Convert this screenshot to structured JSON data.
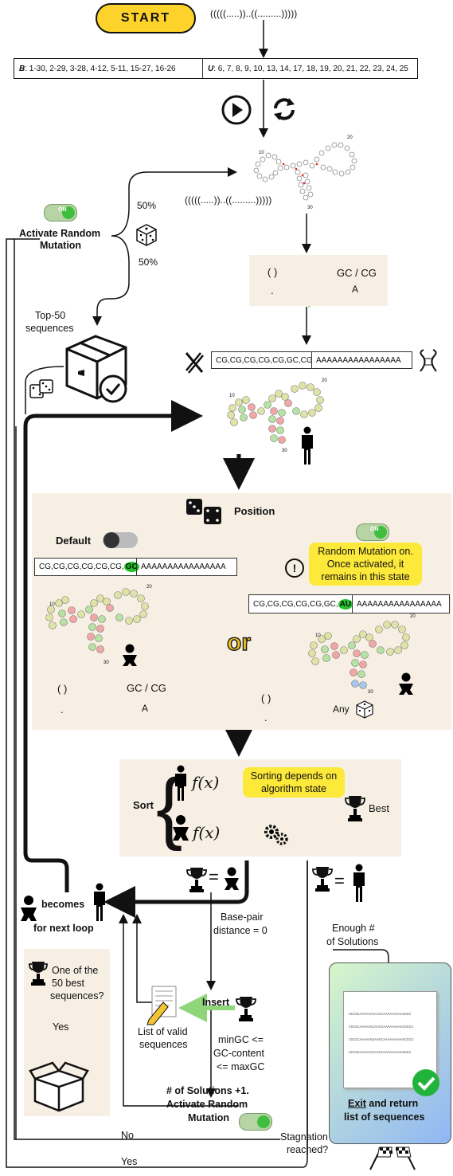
{
  "start": {
    "label": "START"
  },
  "structure_notation": "(((((.....))..((.........)))))",
  "base_pairs": {
    "label": "B",
    "value": ": 1-30, 2-29, 3-28, 4-12, 5-11, 15-27, 16-26"
  },
  "unpaired": {
    "label": "U",
    "value": ": 6, 7, 8, 9, 10, 13, 14, 17, 18, 19, 20, 21, 22, 23, 24, 25"
  },
  "top_structure": {
    "notation": "(((((.....))..((.........)))))",
    "n10": "10",
    "n20": "20",
    "n30": "30"
  },
  "rules1": {
    "pair_symbol": "( )",
    "pair_result": "GC / CG",
    "dot_symbol": ".",
    "dot_result": "A"
  },
  "seq1": {
    "left": "CG,CG,CG,CG,CG,GC,CG",
    "right": "AAAAAAAAAAAAAAAA"
  },
  "activate": {
    "line1": "Activate Random",
    "line2": "Mutation",
    "toggle": "ON",
    "p_top": "50%",
    "p_bottom": "50%"
  },
  "top50": {
    "line1": "Top-50",
    "line2": "sequences"
  },
  "struct2": {
    "n10": "10",
    "n20": "20",
    "n30": "30"
  },
  "position_label": "Position",
  "default_label": "Default",
  "seq_default": {
    "left_prefix": "CG,CG,CG,CG,CG,CG,",
    "mut": "GC",
    "right": "AAAAAAAAAAAAAAAA"
  },
  "random_on": {
    "text": "Random Mutation on. Once activated, it remains in this state",
    "toggle": "ON",
    "warn": "!"
  },
  "seq_random": {
    "left_prefix": "CG,CG,CG,CG,CG,GC,",
    "mut": "AU",
    "right": "AAAAAAAAAAAAAAAA"
  },
  "or_label": "or",
  "rules_default": {
    "pair_symbol": "( )",
    "pair_result": "GC / CG",
    "dot_symbol": ".",
    "dot_result": "A"
  },
  "rules_random": {
    "pair_symbol": "( )",
    "dot_symbol": ".",
    "result": "Any"
  },
  "struct3": {
    "n10": "10",
    "n20": "20",
    "n30": "30"
  },
  "struct4": {
    "n10": "10",
    "n20": "20",
    "n30": "30"
  },
  "sort": {
    "label": "Sort",
    "fx1": "f(x)",
    "fx2": "f(x)",
    "note": "Sorting depends on algorithm state",
    "best": "Best"
  },
  "eq1": "=",
  "eq2": "=",
  "becomes": {
    "word": "becomes",
    "next": "for next loop"
  },
  "bp_distance": {
    "line1": "Base-pair",
    "line2": "distance = 0"
  },
  "enough": {
    "line1": "Enough #",
    "line2": "of Solutions"
  },
  "insert_label": "Insert",
  "valid_list": {
    "line1": "List of valid",
    "line2": "sequences"
  },
  "gc_rule": {
    "line1": "minGC <=",
    "line2": "GC-content",
    "line3": "<= maxGC"
  },
  "solutions": {
    "line1": "# of Solutions +1.",
    "line2": "Activate Random",
    "line3": "Mutation"
  },
  "best50": {
    "line1": "One of the",
    "line2": "50 best",
    "line3": "sequences?",
    "yes": "Yes"
  },
  "stagnation": {
    "line1": "Stagnation",
    "line2": "reached?",
    "no": "No",
    "yes": "Yes"
  },
  "exit": {
    "word": "Exit",
    "rest": " and return",
    "line2": "list of sequences"
  },
  "doc_lines": [
    "GCCGGAAAAACCAACCAAAAAAAAAGGGC",
    "CGCGCAAAAAGCAACGAAAAAAAAACGGCG",
    "CGCCCAAAAAGGAAGCAAAAAAAAAGCGCG",
    "GCCGGAAAAACCAACCAAAAAAAAAGGGC"
  ],
  "colors": {
    "start": "#fdd22a",
    "highlight": "#fde93a",
    "arrow_green": "#8fd67a",
    "panel": "#f7efe3",
    "pair_green": "#b6e3a4",
    "pair_red": "#f2a7a7",
    "unpaired": "#e0e3a6"
  }
}
